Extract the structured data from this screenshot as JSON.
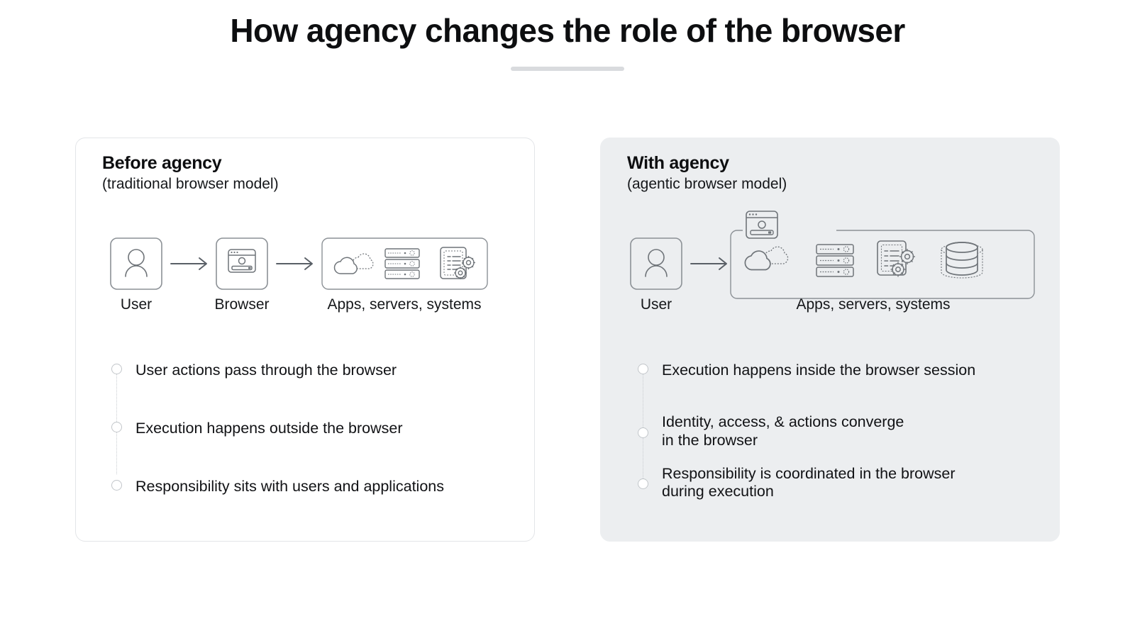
{
  "header": {
    "title": "How agency changes the role of the browser",
    "divider": true
  },
  "theme": {
    "page_bg": "#ffffff",
    "panel_before_bg": "#ffffff",
    "panel_before_border": "#e3e5e8",
    "panel_with_bg": "#eceef0",
    "icon_stroke": "#6f7479",
    "box_stroke": "#8c9196",
    "arrow_color": "#595f66",
    "bullet_ring": "#c2c6ca",
    "connector": "#c9cdd1",
    "text": "#111215",
    "divider": "#d9dbde"
  },
  "panels": [
    {
      "id": "before",
      "title": "Before agency",
      "subtitle": "(traditional browser model)",
      "diagram": {
        "nodes": [
          {
            "icon": "user-icon",
            "label": "User"
          },
          {
            "icon": "browser-window-icon",
            "label": "Browser"
          }
        ],
        "group": {
          "label": "Apps, servers, systems",
          "icons": [
            "cloud-icon",
            "server-rack-icon",
            "document-gears-icon"
          ]
        },
        "arrows": 2
      },
      "bullets": [
        "User actions pass through the browser",
        "Execution happens outside the browser",
        "Responsibility sits with users and applications"
      ]
    },
    {
      "id": "with",
      "title": "With agency",
      "subtitle": "(agentic browser model)",
      "diagram": {
        "nodes": [
          {
            "icon": "user-icon",
            "label": "User"
          }
        ],
        "group": {
          "label": "Apps, servers, systems",
          "badge_icon": "browser-window-icon",
          "icons": [
            "cloud-icon",
            "server-rack-icon",
            "document-gears-icon",
            "database-icon"
          ]
        },
        "arrows": 1
      },
      "bullets": [
        "Execution happens inside the browser session",
        "Identity, access, & actions converge\nin the browser",
        "Responsibility is coordinated in the browser\nduring execution"
      ]
    }
  ]
}
